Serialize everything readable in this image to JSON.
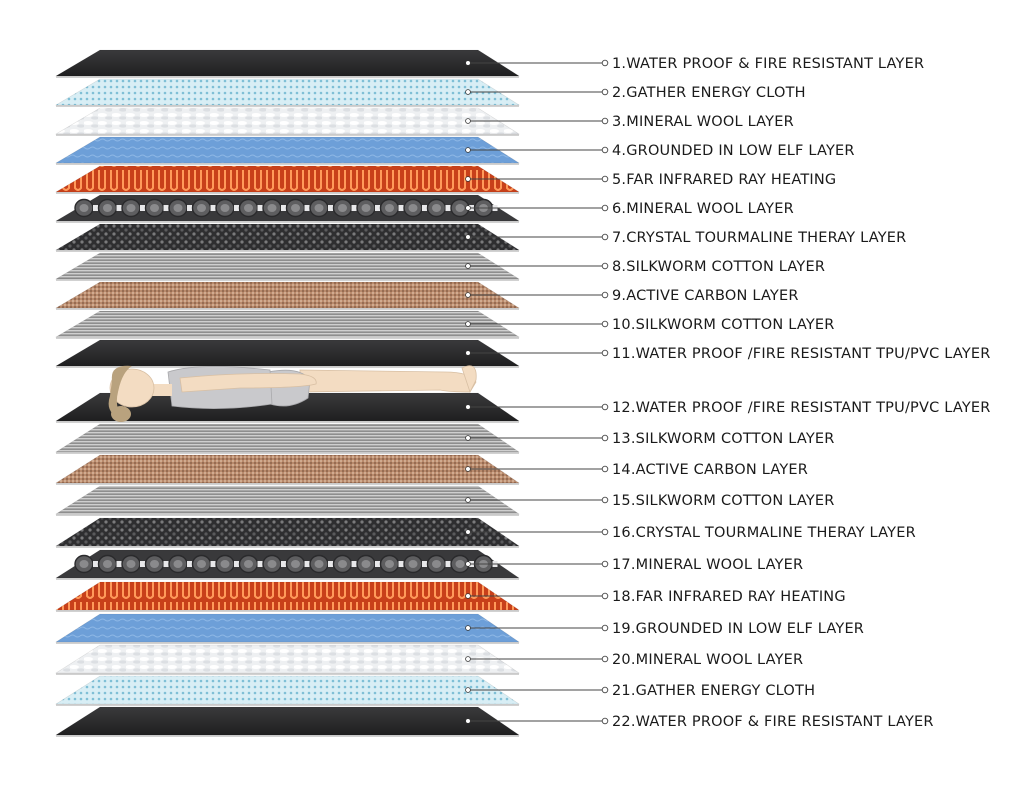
{
  "top_group": [
    {
      "label": "1.WATER PROOF & FIRE RESISTANT LAYER",
      "material": "black-tpu",
      "color": "#2b2b2d"
    },
    {
      "label": "2.GATHER  ENERGY  CLOTH",
      "material": "energy-cloth",
      "color": "#bfe3ee"
    },
    {
      "label": "3.MINERAL WOOL LAYER",
      "material": "mineral-wool-fleece",
      "color": "#e9eaec"
    },
    {
      "label": "4.GROUNDED IN LOW ELF LAYER",
      "material": "grounded-elf",
      "color": "#6d9fd8"
    },
    {
      "label": "5.FAR INFRARED RAY HEATING",
      "material": "infrared-heating",
      "color": "#e0521c"
    },
    {
      "label": "6.MINERAL WOOL LAYER",
      "material": "mineral-wool-rolls",
      "color": "#4a4a4c"
    },
    {
      "label": "7.CRYSTAL TOURMALINE THERAY LAYER",
      "material": "tourmaline",
      "color": "#3a3a3c"
    },
    {
      "label": "8.SILKWORM  COTTON  LAYER",
      "material": "silkworm-cotton",
      "color": "#9a9a9a"
    },
    {
      "label": "9.ACTIVE CARBON LAYER",
      "material": "active-carbon",
      "color": "#b98a6c"
    },
    {
      "label": "10.SILKWORM  COTTON LAYER",
      "material": "silkworm-cotton",
      "color": "#9a9a9a"
    },
    {
      "label": "11.WATER PROOF /FIRE RESISTANT TPU/PVC LAYER",
      "material": "black-tpu",
      "color": "#2b2b2d"
    }
  ],
  "bottom_group": [
    {
      "label": "12.WATER PROOF /FIRE RESISTANT TPU/PVC LAYER",
      "material": "black-tpu",
      "color": "#2b2b2d"
    },
    {
      "label": "13.SILKWORM  COTTON LAYER",
      "material": "silkworm-cotton",
      "color": "#9a9a9a"
    },
    {
      "label": "14.ACTIVE CARBON LAYER",
      "material": "active-carbon",
      "color": "#b98a6c"
    },
    {
      "label": "15.SILKWORM  COTTON  LAYER",
      "material": "silkworm-cotton",
      "color": "#9a9a9a"
    },
    {
      "label": "16.CRYSTAL TOURMALINE THERAY LAYER",
      "material": "tourmaline",
      "color": "#3a3a3c"
    },
    {
      "label": "17.MINERAL WOOL LAYER",
      "material": "mineral-wool-rolls",
      "color": "#4a4a4c"
    },
    {
      "label": "18.FAR INFRARED RAY HEATING",
      "material": "infrared-heating",
      "color": "#e0521c"
    },
    {
      "label": "19.GROUNDED IN LOW ELF LAYER",
      "material": "grounded-elf",
      "color": "#6d9fd8"
    },
    {
      "label": "20.MINERAL WOOL LAYER",
      "material": "mineral-wool-fleece",
      "color": "#e9eaec"
    },
    {
      "label": "21.GATHER  ENERGY  CLOTH",
      "material": "energy-cloth",
      "color": "#bfe3ee"
    },
    {
      "label": "22.WATER PROOF & FIRE RESISTANT LAYER",
      "material": "black-tpu",
      "color": "#2b2b2d"
    }
  ],
  "figure": {
    "icon": "person-lying-icon",
    "skin_color": "#f3dcc2",
    "clothing_color": "#c9c9cc",
    "hair_color": "#b9a27e"
  }
}
